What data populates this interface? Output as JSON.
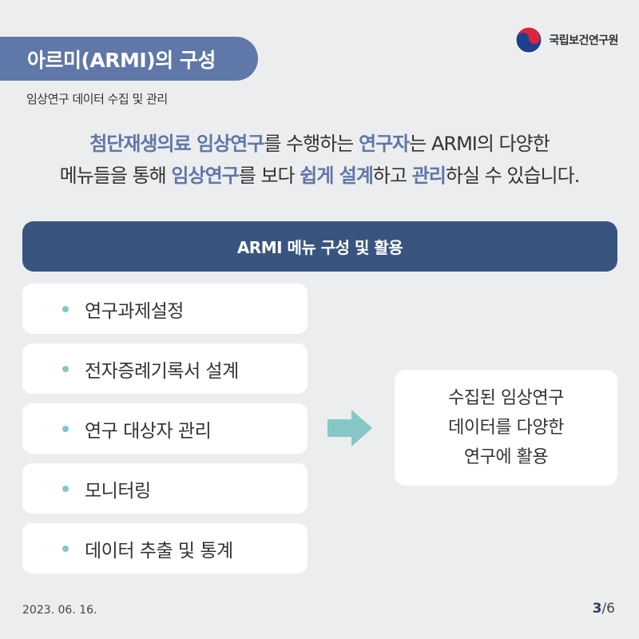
{
  "header": {
    "title": "아르미(ARMI)의 구성",
    "subtitle": "임상연구 데이터 수집 및 관리",
    "org_name": "국립보건연구원",
    "org_logo_icon": "korea-government-emblem-icon"
  },
  "intro": {
    "line1": [
      {
        "text": "첨단재생의료 임상연구",
        "hl": true
      },
      {
        "text": "를 수행하는 ",
        "hl": false
      },
      {
        "text": "연구자",
        "hl": true
      },
      {
        "text": "는 ARMI의 다양한",
        "hl": false
      }
    ],
    "line2": [
      {
        "text": "메뉴들을 통해 ",
        "hl": false
      },
      {
        "text": "임상연구",
        "hl": true
      },
      {
        "text": "를 보다 ",
        "hl": false
      },
      {
        "text": "쉽게 설계",
        "hl": true
      },
      {
        "text": "하고 ",
        "hl": false
      },
      {
        "text": "관리",
        "hl": true
      },
      {
        "text": "하실 수 있습니다.",
        "hl": false
      }
    ]
  },
  "menu": {
    "header": "ARMI 메뉴 구성 및 활용",
    "items": [
      {
        "label": "연구과제설정"
      },
      {
        "label": "전자증례기록서 설계"
      },
      {
        "label": "연구 대상자 관리"
      },
      {
        "label": "모니터링"
      },
      {
        "label": "데이터 추출 및 통계"
      }
    ]
  },
  "result": {
    "lines": [
      "수집된 임상연구",
      "데이터를 다양한",
      "연구에 활용"
    ]
  },
  "footer": {
    "date": "2023. 06. 16.",
    "page_current": "3",
    "page_total": "/6"
  },
  "colors": {
    "accent": "#5f77a9",
    "header_bar": "#39557f",
    "bullet": "#84c7c6",
    "arrow": "#84c7c6",
    "background": "#ecedee"
  }
}
